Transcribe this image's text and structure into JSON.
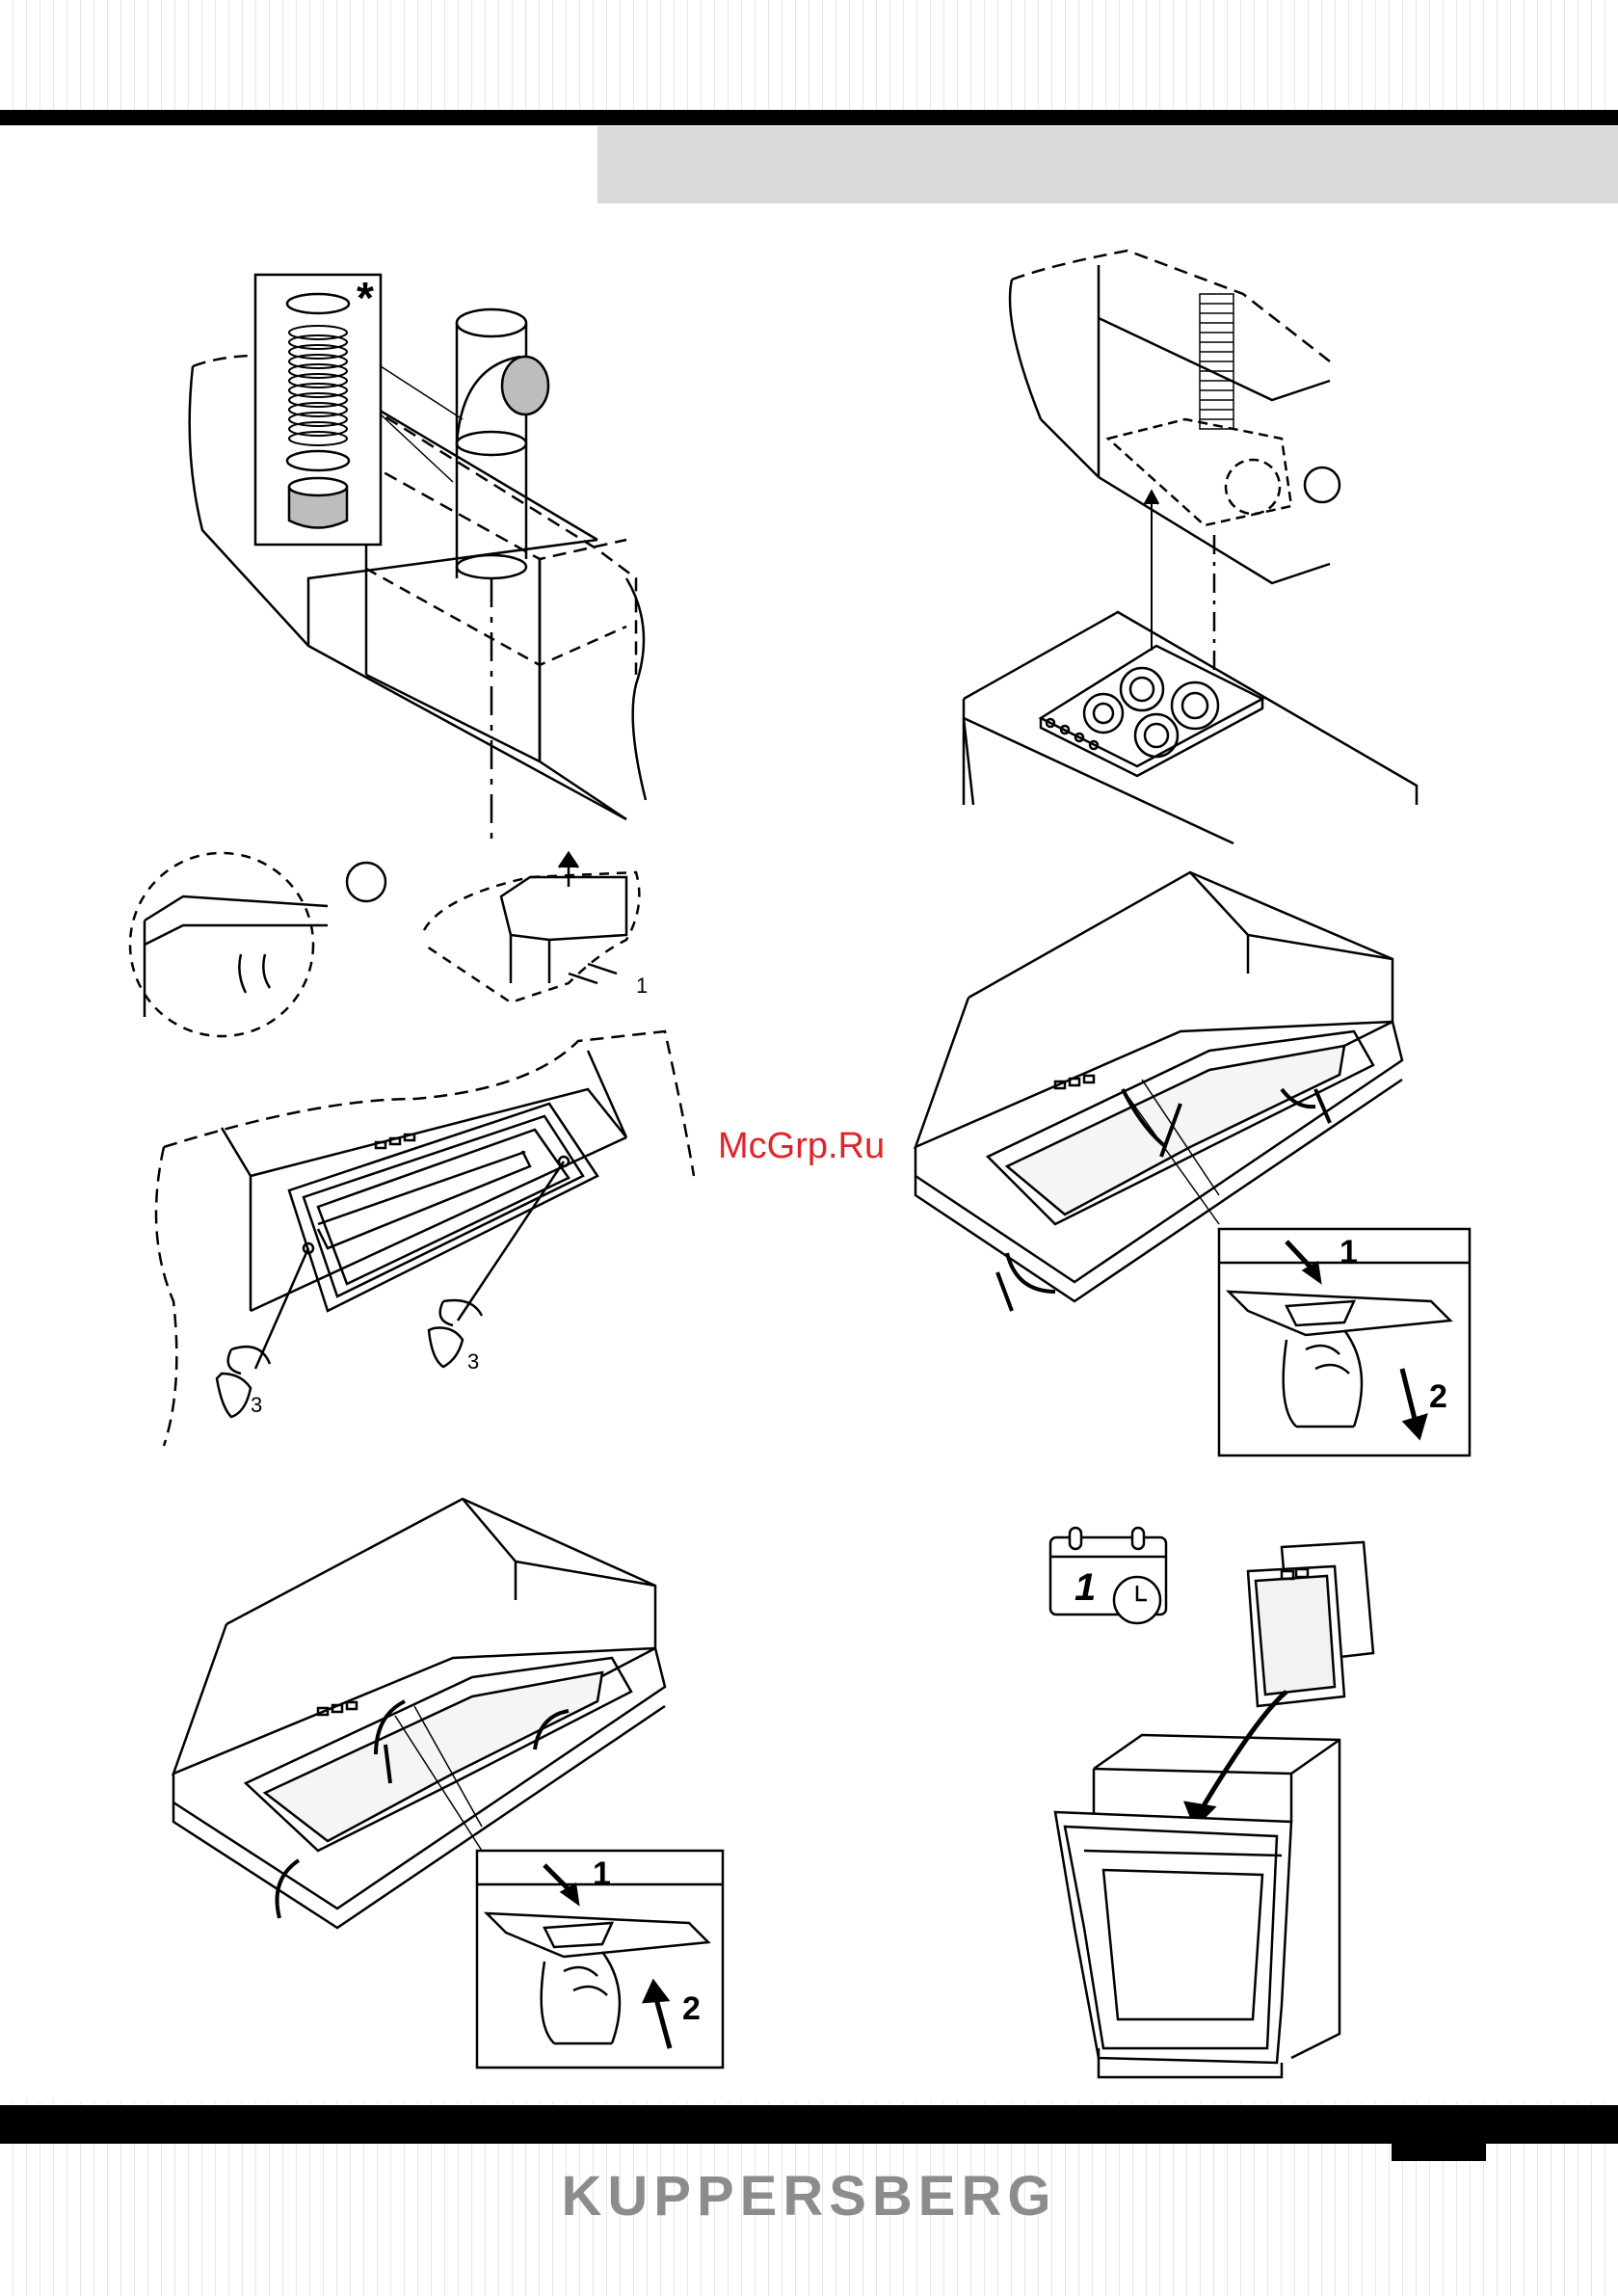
{
  "brand": "KUPPERSBERG",
  "watermark": "McGrp.Ru",
  "figures": {
    "duct_install": {
      "asterisk": "*"
    },
    "hood_mount": {
      "step_1": "1",
      "step_3a": "3",
      "step_3b": "3"
    },
    "filter_remove": {
      "step_1": "1",
      "step_2": "2"
    },
    "filter_insert": {
      "step_1": "1",
      "step_2": "2"
    },
    "filter_wash": {
      "calendar_number": "1"
    }
  }
}
